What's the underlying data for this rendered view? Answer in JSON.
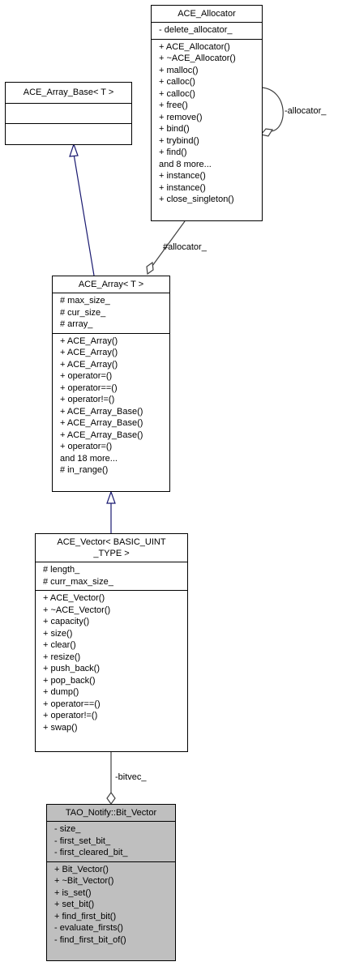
{
  "allocator": {
    "name": "ACE_Allocator",
    "attributes": [
      "- delete_allocator_"
    ],
    "methods": [
      "+ ACE_Allocator()",
      "+ ~ACE_Allocator()",
      "+ malloc()",
      "+ calloc()",
      "+ calloc()",
      "+ free()",
      "+ remove()",
      "+ bind()",
      "+ trybind()",
      "+ find()",
      "and 8 more...",
      "+ instance()",
      "+ instance()",
      "+ close_singleton()"
    ]
  },
  "array_base": {
    "name": "ACE_Array_Base< T >"
  },
  "array": {
    "name": "ACE_Array< T >",
    "attributes": [
      "# max_size_",
      "# cur_size_",
      "# array_"
    ],
    "methods": [
      "+ ACE_Array()",
      "+ ACE_Array()",
      "+ ACE_Array()",
      "+ operator=()",
      "+ operator==()",
      "+ operator!=()",
      "+ ACE_Array_Base()",
      "+ ACE_Array_Base()",
      "+ ACE_Array_Base()",
      "+ operator=()",
      "and 18 more...",
      "# in_range()"
    ]
  },
  "vector": {
    "name_line1": "ACE_Vector< BASIC_UINT",
    "name_line2": "_TYPE >",
    "attributes": [
      "# length_",
      "# curr_max_size_"
    ],
    "methods": [
      "+ ACE_Vector()",
      "+ ~ACE_Vector()",
      "+ capacity()",
      "+ size()",
      "+ clear()",
      "+ resize()",
      "+ push_back()",
      "+ pop_back()",
      "+ dump()",
      "+ operator==()",
      "+ operator!=()",
      "+ swap()"
    ]
  },
  "bit_vector": {
    "name": "TAO_Notify::Bit_Vector",
    "attributes": [
      "- size_",
      "- first_set_bit_",
      "- first_cleared_bit_"
    ],
    "methods": [
      "+ Bit_Vector()",
      "+ ~Bit_Vector()",
      "+ is_set()",
      "+ set_bit()",
      "+ find_first_bit()",
      "- evaluate_firsts()",
      "- find_first_bit_of()"
    ]
  },
  "labels": {
    "allocator_self": "-allocator_",
    "allocator_assoc": "#allocator_",
    "bitvec_assoc": "-bitvec_"
  }
}
